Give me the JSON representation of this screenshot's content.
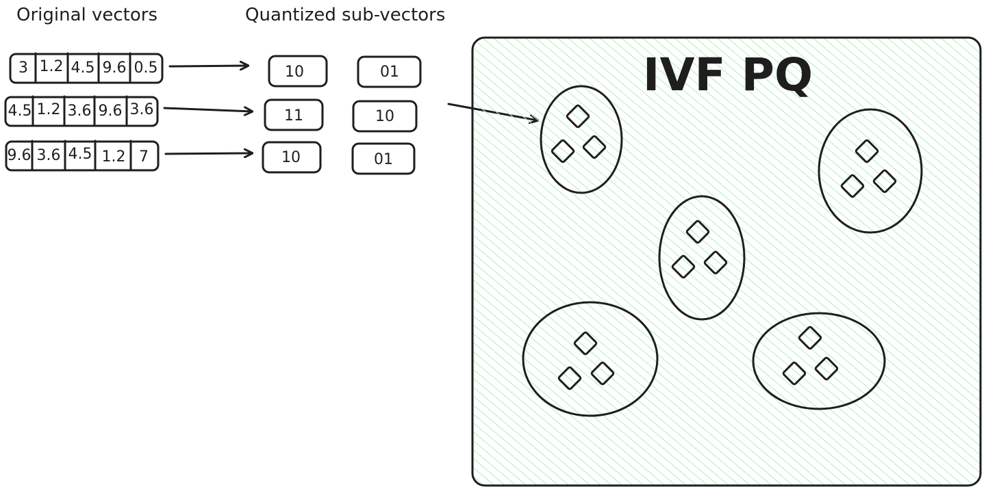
{
  "headings": {
    "original": "Original vectors",
    "quantized": "Quantized sub-vectors"
  },
  "vectors": [
    {
      "values": [
        "3",
        "1.2",
        "4.5",
        "9.6",
        "0.5"
      ],
      "codes": [
        "10",
        "01"
      ]
    },
    {
      "values": [
        "4.5",
        "1.2",
        "3.6",
        "9.6",
        "3.6"
      ],
      "codes": [
        "11",
        "10"
      ]
    },
    {
      "values": [
        "9.6",
        "3.6",
        "4.5",
        "1.2",
        "7"
      ],
      "codes": [
        "10",
        "01"
      ]
    }
  ],
  "index": {
    "title": "IVF PQ",
    "hatch_color": "#b2f2bb",
    "border_color": "#1e1e1e",
    "cluster_count": 5,
    "points_per_cluster": 3
  }
}
